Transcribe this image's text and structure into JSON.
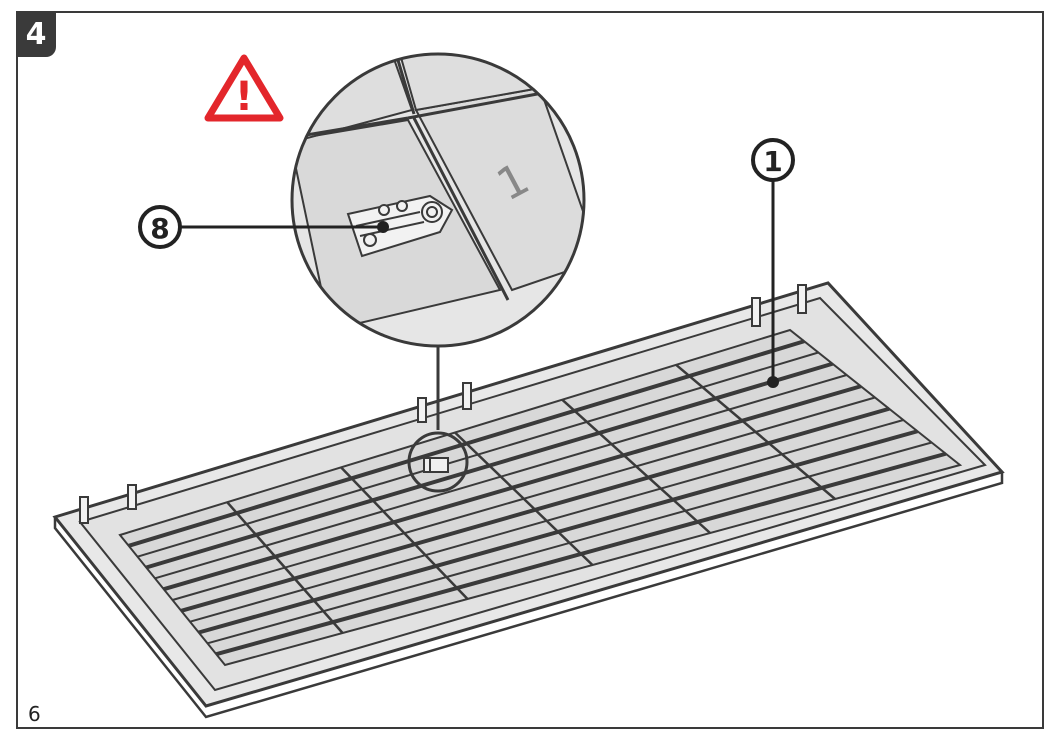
{
  "step": {
    "number": "4"
  },
  "page": {
    "number": "6"
  },
  "warning": {
    "icon": "warning-triangle-icon",
    "color": "#e3262b",
    "glyph": "!"
  },
  "detail": {
    "panel_label": "1"
  },
  "callouts": [
    {
      "number": "8",
      "meaning": "part-8"
    },
    {
      "number": "1",
      "meaning": "part-1"
    }
  ],
  "colors": {
    "line": "#3a3a3a",
    "panel": "#e6e6e6",
    "panel_dark": "#cfcfcf"
  }
}
